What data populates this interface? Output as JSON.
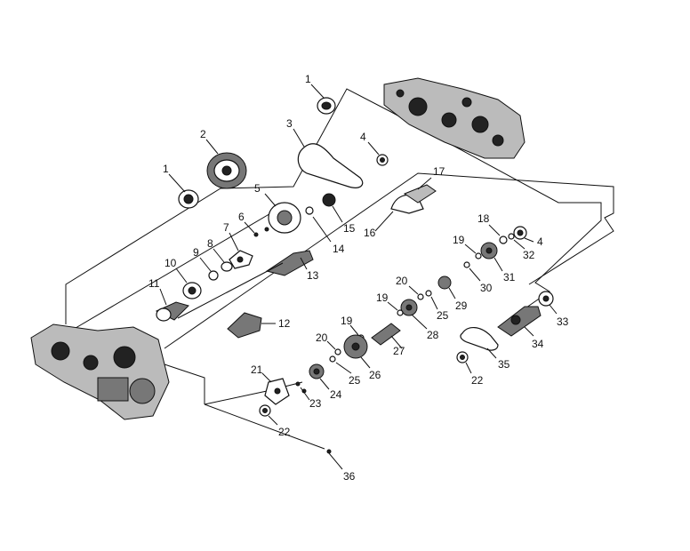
{
  "callouts": [
    {
      "id": "c1a",
      "text": "1"
    },
    {
      "id": "c1b",
      "text": "1"
    },
    {
      "id": "c2",
      "text": "2"
    },
    {
      "id": "c3",
      "text": "3"
    },
    {
      "id": "c4a",
      "text": "4"
    },
    {
      "id": "c4b",
      "text": "4"
    },
    {
      "id": "c5",
      "text": "5"
    },
    {
      "id": "c6",
      "text": "6"
    },
    {
      "id": "c7",
      "text": "7"
    },
    {
      "id": "c8",
      "text": "8"
    },
    {
      "id": "c9",
      "text": "9"
    },
    {
      "id": "c10",
      "text": "10"
    },
    {
      "id": "c11",
      "text": "11"
    },
    {
      "id": "c12",
      "text": "12"
    },
    {
      "id": "c13",
      "text": "13"
    },
    {
      "id": "c14",
      "text": "14"
    },
    {
      "id": "c15",
      "text": "15"
    },
    {
      "id": "c16",
      "text": "16"
    },
    {
      "id": "c17",
      "text": "17"
    },
    {
      "id": "c18",
      "text": "18"
    },
    {
      "id": "c19a",
      "text": "19"
    },
    {
      "id": "c19b",
      "text": "19"
    },
    {
      "id": "c19c",
      "text": "19"
    },
    {
      "id": "c20a",
      "text": "20"
    },
    {
      "id": "c20b",
      "text": "20"
    },
    {
      "id": "c21",
      "text": "21"
    },
    {
      "id": "c22a",
      "text": "22"
    },
    {
      "id": "c22b",
      "text": "22"
    },
    {
      "id": "c23",
      "text": "23"
    },
    {
      "id": "c24",
      "text": "24"
    },
    {
      "id": "c25a",
      "text": "25"
    },
    {
      "id": "c25b",
      "text": "25"
    },
    {
      "id": "c26",
      "text": "26"
    },
    {
      "id": "c27",
      "text": "27"
    },
    {
      "id": "c28",
      "text": "28"
    },
    {
      "id": "c29",
      "text": "29"
    },
    {
      "id": "c30",
      "text": "30"
    },
    {
      "id": "c31",
      "text": "31"
    },
    {
      "id": "c32",
      "text": "32"
    },
    {
      "id": "c33",
      "text": "33"
    },
    {
      "id": "c34",
      "text": "34"
    },
    {
      "id": "c35",
      "text": "35"
    },
    {
      "id": "c36",
      "text": "36"
    }
  ]
}
